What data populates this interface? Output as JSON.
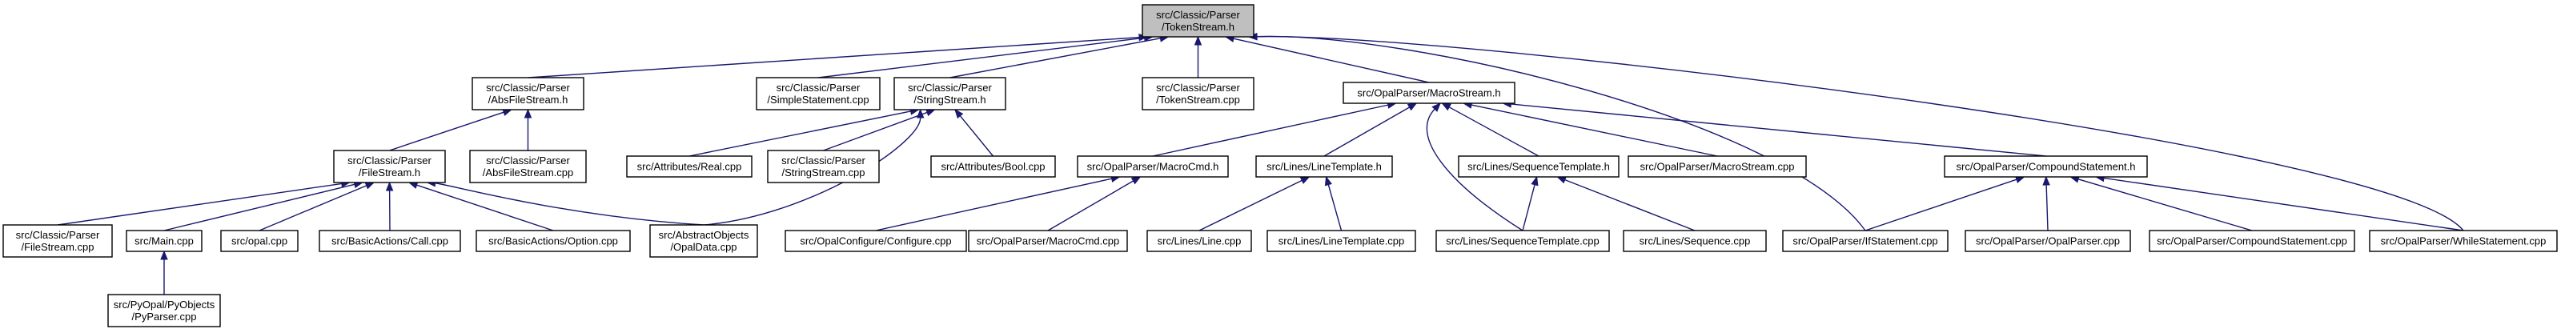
{
  "graph": {
    "root": "token_stream_h",
    "nodes": [
      {
        "id": "token_stream_h",
        "lines": [
          "src/Classic/Parser",
          "/TokenStream.h"
        ]
      },
      {
        "id": "abs_file_stream_h",
        "lines": [
          "src/Classic/Parser",
          "/AbsFileStream.h"
        ]
      },
      {
        "id": "simple_statement_cpp",
        "lines": [
          "src/Classic/Parser",
          "/SimpleStatement.cpp"
        ]
      },
      {
        "id": "string_stream_h",
        "lines": [
          "src/Classic/Parser",
          "/StringStream.h"
        ]
      },
      {
        "id": "token_stream_cpp",
        "lines": [
          "src/Classic/Parser",
          "/TokenStream.cpp"
        ]
      },
      {
        "id": "macro_stream_h",
        "lines": [
          "src/OpalParser/MacroStream.h"
        ]
      },
      {
        "id": "file_stream_h",
        "lines": [
          "src/Classic/Parser",
          "/FileStream.h"
        ]
      },
      {
        "id": "abs_file_stream_cpp",
        "lines": [
          "src/Classic/Parser",
          "/AbsFileStream.cpp"
        ]
      },
      {
        "id": "attributes_real_cpp",
        "lines": [
          "src/Attributes/Real.cpp"
        ]
      },
      {
        "id": "string_stream_cpp",
        "lines": [
          "src/Classic/Parser",
          "/StringStream.cpp"
        ]
      },
      {
        "id": "attributes_bool_cpp",
        "lines": [
          "src/Attributes/Bool.cpp"
        ]
      },
      {
        "id": "macro_cmd_h",
        "lines": [
          "src/OpalParser/MacroCmd.h"
        ]
      },
      {
        "id": "line_template_h",
        "lines": [
          "src/Lines/LineTemplate.h"
        ]
      },
      {
        "id": "sequence_template_h",
        "lines": [
          "src/Lines/SequenceTemplate.h"
        ]
      },
      {
        "id": "macro_stream_cpp",
        "lines": [
          "src/OpalParser/MacroStream.cpp"
        ]
      },
      {
        "id": "compound_statement_h",
        "lines": [
          "src/OpalParser/CompoundStatement.h"
        ]
      },
      {
        "id": "file_stream_cpp",
        "lines": [
          "src/Classic/Parser",
          "/FileStream.cpp"
        ]
      },
      {
        "id": "main_cpp",
        "lines": [
          "src/Main.cpp"
        ]
      },
      {
        "id": "opal_cpp",
        "lines": [
          "src/opal.cpp"
        ]
      },
      {
        "id": "call_cpp",
        "lines": [
          "src/BasicActions/Call.cpp"
        ]
      },
      {
        "id": "option_cpp",
        "lines": [
          "src/BasicActions/Option.cpp"
        ]
      },
      {
        "id": "opal_data_cpp",
        "lines": [
          "src/AbstractObjects",
          "/OpalData.cpp"
        ]
      },
      {
        "id": "configure_cpp",
        "lines": [
          "src/OpalConfigure/Configure.cpp"
        ]
      },
      {
        "id": "macro_cmd_cpp",
        "lines": [
          "src/OpalParser/MacroCmd.cpp"
        ]
      },
      {
        "id": "line_cpp",
        "lines": [
          "src/Lines/Line.cpp"
        ]
      },
      {
        "id": "line_template_cpp",
        "lines": [
          "src/Lines/LineTemplate.cpp"
        ]
      },
      {
        "id": "sequence_template_cpp",
        "lines": [
          "src/Lines/SequenceTemplate.cpp"
        ]
      },
      {
        "id": "sequence_cpp",
        "lines": [
          "src/Lines/Sequence.cpp"
        ]
      },
      {
        "id": "if_statement_cpp",
        "lines": [
          "src/OpalParser/IfStatement.cpp"
        ]
      },
      {
        "id": "opal_parser_cpp",
        "lines": [
          "src/OpalParser/OpalParser.cpp"
        ]
      },
      {
        "id": "compound_statement_cpp",
        "lines": [
          "src/OpalParser/CompoundStatement.cpp"
        ]
      },
      {
        "id": "while_statement_cpp",
        "lines": [
          "src/OpalParser/WhileStatement.cpp"
        ]
      },
      {
        "id": "py_parser_cpp",
        "lines": [
          "src/PyOpal/PyObjects",
          "/PyParser.cpp"
        ]
      }
    ],
    "edges": [
      {
        "from": "abs_file_stream_h",
        "to": "token_stream_h"
      },
      {
        "from": "simple_statement_cpp",
        "to": "token_stream_h"
      },
      {
        "from": "string_stream_h",
        "to": "token_stream_h"
      },
      {
        "from": "token_stream_cpp",
        "to": "token_stream_h"
      },
      {
        "from": "macro_stream_h",
        "to": "token_stream_h"
      },
      {
        "from": "if_statement_cpp",
        "to": "token_stream_h"
      },
      {
        "from": "while_statement_cpp",
        "to": "token_stream_h"
      },
      {
        "from": "file_stream_h",
        "to": "abs_file_stream_h"
      },
      {
        "from": "abs_file_stream_cpp",
        "to": "abs_file_stream_h"
      },
      {
        "from": "attributes_real_cpp",
        "to": "string_stream_h"
      },
      {
        "from": "string_stream_cpp",
        "to": "string_stream_h"
      },
      {
        "from": "attributes_bool_cpp",
        "to": "string_stream_h"
      },
      {
        "from": "opal_data_cpp",
        "to": "string_stream_h"
      },
      {
        "from": "macro_cmd_h",
        "to": "macro_stream_h"
      },
      {
        "from": "line_template_h",
        "to": "macro_stream_h"
      },
      {
        "from": "sequence_template_h",
        "to": "macro_stream_h"
      },
      {
        "from": "macro_stream_cpp",
        "to": "macro_stream_h"
      },
      {
        "from": "compound_statement_h",
        "to": "macro_stream_h"
      },
      {
        "from": "sequence_template_cpp",
        "to": "macro_stream_h"
      },
      {
        "from": "file_stream_cpp",
        "to": "file_stream_h"
      },
      {
        "from": "main_cpp",
        "to": "file_stream_h"
      },
      {
        "from": "opal_cpp",
        "to": "file_stream_h"
      },
      {
        "from": "call_cpp",
        "to": "file_stream_h"
      },
      {
        "from": "option_cpp",
        "to": "file_stream_h"
      },
      {
        "from": "opal_data_cpp",
        "to": "file_stream_h"
      },
      {
        "from": "configure_cpp",
        "to": "macro_cmd_h"
      },
      {
        "from": "macro_cmd_cpp",
        "to": "macro_cmd_h"
      },
      {
        "from": "line_cpp",
        "to": "line_template_h"
      },
      {
        "from": "line_template_cpp",
        "to": "line_template_h"
      },
      {
        "from": "sequence_template_cpp",
        "to": "sequence_template_h"
      },
      {
        "from": "sequence_cpp",
        "to": "sequence_template_h"
      },
      {
        "from": "if_statement_cpp",
        "to": "compound_statement_h"
      },
      {
        "from": "opal_parser_cpp",
        "to": "compound_statement_h"
      },
      {
        "from": "compound_statement_cpp",
        "to": "compound_statement_h"
      },
      {
        "from": "while_statement_cpp",
        "to": "compound_statement_h"
      },
      {
        "from": "py_parser_cpp",
        "to": "main_cpp"
      }
    ]
  },
  "colors": {
    "edge": "#191970",
    "root_fill": "#bfbfbf",
    "node_fill": "#ffffff",
    "node_border": "#000000"
  }
}
